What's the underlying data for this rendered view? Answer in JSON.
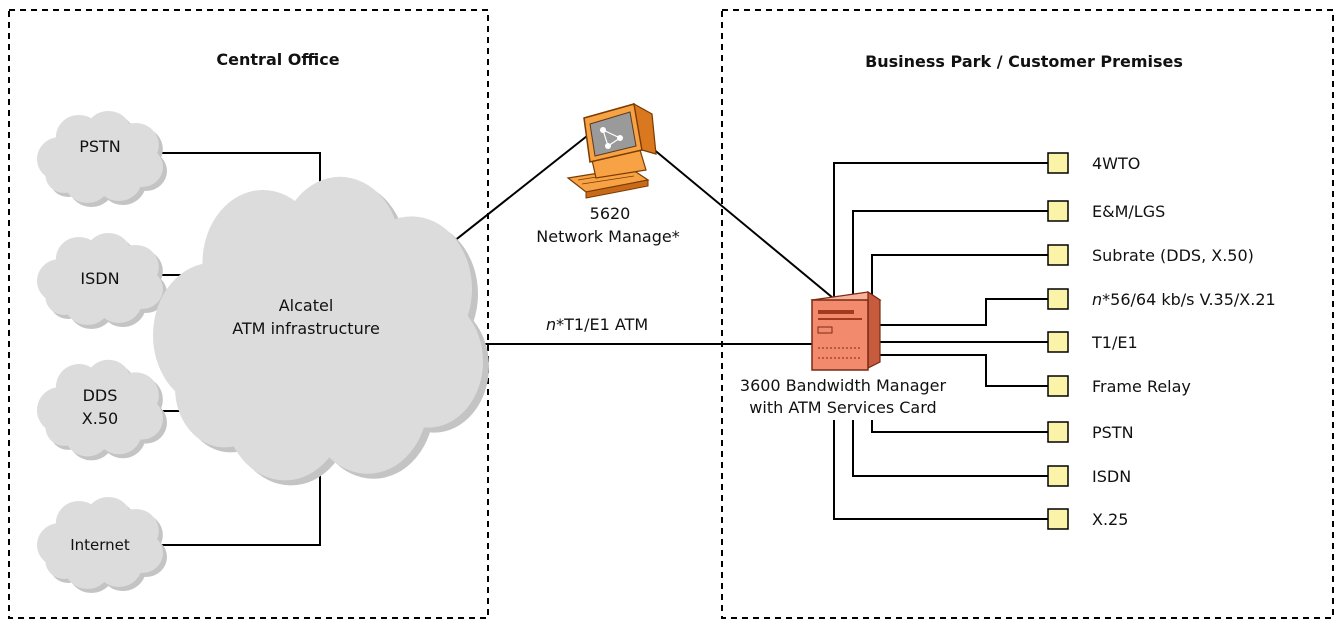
{
  "zones": {
    "central_office": "Central Office",
    "customer_premises": "Business Park / Customer Premises"
  },
  "clouds": {
    "pstn": "PSTN",
    "isdn": "ISDN",
    "dds_line1": "DDS",
    "dds_line2": "X.50",
    "internet": "Internet",
    "atm_line1": "Alcatel",
    "atm_line2": "ATM infrastructure"
  },
  "network_manager": {
    "line1": "5620",
    "line2": "Network Manage*"
  },
  "link": {
    "italic_prefix": "n",
    "label": "*T1/E1 ATM"
  },
  "bandwidth_manager": {
    "line1": "3600 Bandwidth Manager",
    "line2": "with ATM Services Card"
  },
  "services": [
    {
      "label": "4WTO"
    },
    {
      "label": "E&M/LGS"
    },
    {
      "label": "Subrate (DDS, X.50)"
    },
    {
      "italic_prefix": "n",
      "label": "*56/64 kb/s V.35/X.21"
    },
    {
      "label": "T1/E1"
    },
    {
      "label": "Frame Relay"
    },
    {
      "label": "PSTN"
    },
    {
      "label": "ISDN"
    },
    {
      "label": "X.25"
    }
  ],
  "colors": {
    "cloud": "#dcdcdc",
    "port": "#fbf3a8",
    "device": "#f28a6e",
    "monitor": "#f7a245"
  }
}
